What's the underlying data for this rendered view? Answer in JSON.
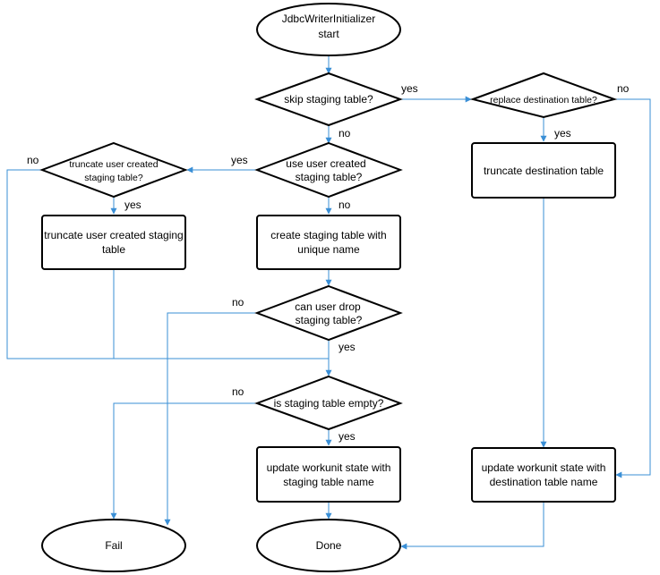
{
  "nodes": {
    "start": [
      "JdbcWriterInitializer",
      "start"
    ],
    "skip_staging": [
      "skip staging table?"
    ],
    "replace_destination": [
      "replace destination table?"
    ],
    "use_user_created": [
      "use user created",
      "staging table?"
    ],
    "truncate_user_created_decision": [
      "truncate user created",
      "staging table?"
    ],
    "truncate_destination": [
      "truncate destination table"
    ],
    "truncate_user_created_action": [
      "truncate user created staging",
      "table"
    ],
    "create_staging": [
      "create staging table with",
      "unique name"
    ],
    "can_user_drop": [
      "can user drop",
      "staging table?"
    ],
    "is_staging_empty": [
      "is staging table empty?"
    ],
    "update_staging": [
      "update workunit state with",
      "staging table name"
    ],
    "update_destination": [
      "update workunit state with",
      "destination table name"
    ],
    "fail": [
      "Fail"
    ],
    "done": [
      "Done"
    ]
  },
  "edge_labels": {
    "skip_yes": "yes",
    "skip_no": "no",
    "replace_no": "no",
    "replace_yes": "yes",
    "use_yes": "yes",
    "use_no": "no",
    "truncate_no": "no",
    "truncate_yes": "yes",
    "drop_no": "no",
    "drop_yes": "yes",
    "empty_no": "no",
    "empty_yes": "yes"
  },
  "colors": {
    "edge": "#3a8fd6",
    "node_stroke": "#000000",
    "node_fill": "#ffffff"
  }
}
